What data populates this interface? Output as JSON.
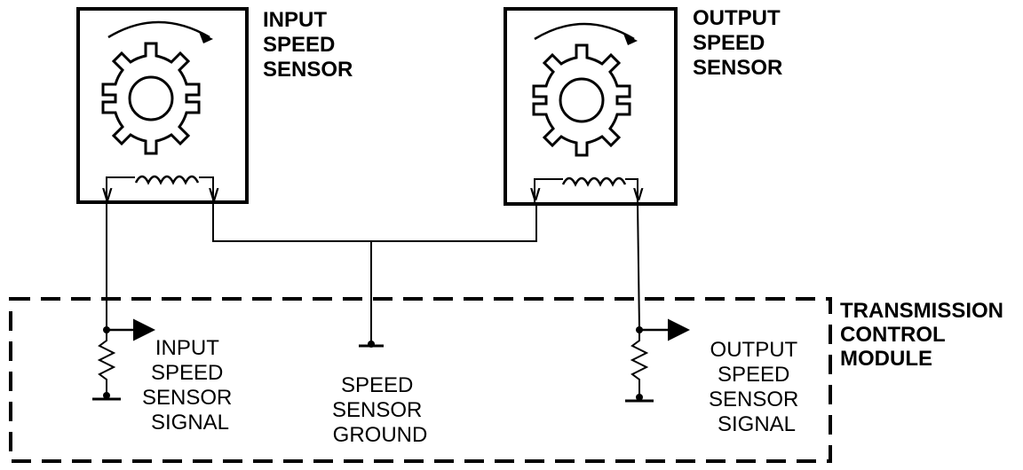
{
  "input_sensor": {
    "label_lines": [
      "INPUT",
      "SPEED",
      "SENSOR"
    ],
    "signal_lines": [
      "INPUT",
      "SPEED",
      "SENSOR",
      "SIGNAL"
    ]
  },
  "output_sensor": {
    "label_lines": [
      "OUTPUT",
      "SPEED",
      "SENSOR"
    ],
    "signal_lines": [
      "OUTPUT",
      "SPEED",
      "SENSOR",
      "SIGNAL"
    ]
  },
  "ground": {
    "label_lines": [
      "SPEED",
      "SENSOR",
      "GROUND"
    ]
  },
  "module": {
    "label_lines": [
      "TRANSMISSION",
      "CONTROL",
      "MODULE"
    ]
  },
  "icons": {
    "gear": "gear-icon",
    "rotation_arrow": "rotation-arrow-icon",
    "coil": "coil-icon",
    "resistor": "resistor-icon",
    "ground": "ground-icon",
    "signal_arrow": "arrow-right-icon"
  }
}
